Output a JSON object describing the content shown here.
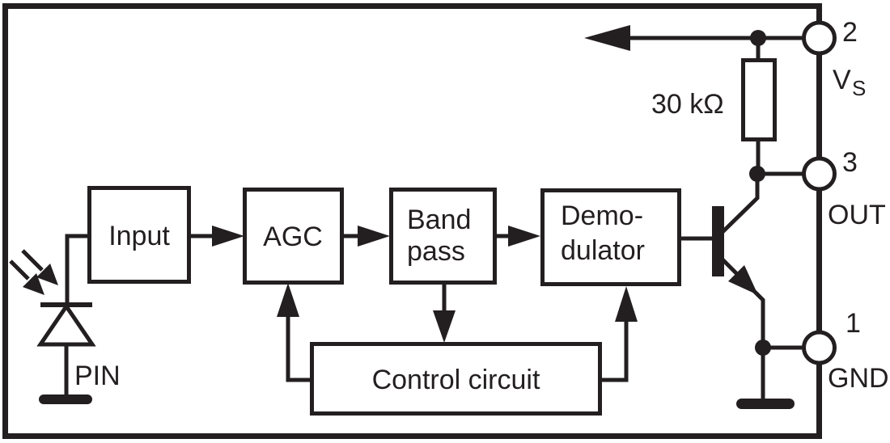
{
  "blocks": {
    "input": {
      "label": "Input"
    },
    "agc": {
      "label": "AGC"
    },
    "bandpass": {
      "line1": "Band",
      "line2": "pass"
    },
    "demodulator": {
      "line1": "Demo-",
      "line2": "dulator"
    },
    "control": {
      "label": "Control circuit"
    }
  },
  "components": {
    "resistor_value": "30 kΩ",
    "photodiode_label": "PIN"
  },
  "pins": {
    "vs": {
      "number": "2",
      "label": "V",
      "label_sub": "S"
    },
    "out": {
      "number": "3",
      "label": "OUT"
    },
    "gnd": {
      "number": "1",
      "label": "GND"
    }
  },
  "colors": {
    "stroke": "#231f20",
    "background": "#ffffff"
  }
}
